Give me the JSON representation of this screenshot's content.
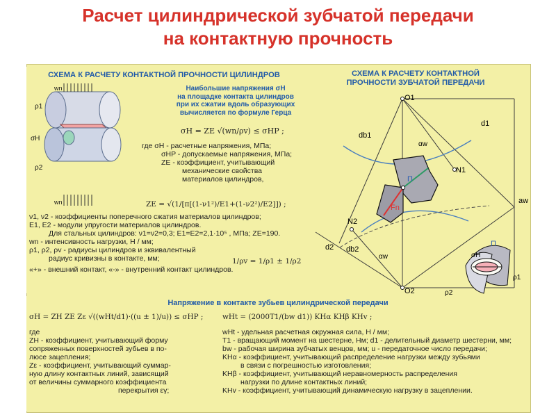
{
  "header": {
    "title_line1": "Расчет цилиндрической зубчатой передачи",
    "title_line2": "на контактную прочность"
  },
  "left_panel": {
    "title": "СХЕМА К РАСЧЕТУ КОНТАКТНОЙ ПРОЧНОСТИ ЦИЛИНДРОВ",
    "intro": [
      "Наибольшие напряжения σH",
      "на площадке контакта цилиндров",
      "при их сжатии вдоль образующих",
      "вычисляется по формуле Герца"
    ],
    "formula_main": "σH = ZE √(wn/ρv) ≤ σHP ;",
    "where_lines": [
      "где   σH - расчетные напряжения, МПа;",
      "σHP - допускаемые напряжения, МПа;",
      "ZE - коэффициент, учитывающий",
      "механические свойства",
      "материалов цилиндров,"
    ],
    "formula_ze": "ZE = √(1/[π[(1-ν1²)/E1+(1-ν2²)/E2]]) ;",
    "notes": [
      "ν1, ν2 - коэффициенты поперечного сжатия материалов цилиндров;",
      "E1, E2 - модули упругости материалов цилиндров.",
      "Для стальных цилиндров: ν1=ν2=0,3; E1=E2=2,1·10⁵ , МПа; ZE=190.",
      "wn - интенсивность нагрузки, Н / мм;",
      "ρ1, ρ2, ρv - радиусы цилиндров и эквивалентный",
      "радиус кривизны в контакте, мм;",
      "«+» - внешний контакт, «-» - внутренний контакт цилиндров."
    ],
    "formula_rho": "1/ρv = 1/ρ1 ± 1/ρ2",
    "labels": {
      "rho1": "ρ1",
      "rho2": "ρ2",
      "sigma": "σH",
      "wn": "wn"
    }
  },
  "right_panel": {
    "title_line1": "СХЕМА К РАСЧЕТУ КОНТАКТНОЙ",
    "title_line2": "ПРОЧНОСТИ ЗУБЧАТОЙ ПЕРЕДАЧИ",
    "labels": {
      "o1": "O1",
      "o2": "O2",
      "n1": "N1",
      "n2": "N2",
      "p": "П",
      "p2": "П",
      "fn": "Fn",
      "d1": "d1",
      "db1": "db1",
      "d2": "d2",
      "db2": "db2",
      "aw": "aw",
      "alpha1": "αw",
      "alpha2": "αw",
      "sigma": "σH",
      "rho1": "ρ1",
      "rho2": "ρ2"
    }
  },
  "bottom_panel": {
    "title": "Напряжение в контакте зубьев цилиндрической передачи",
    "formula_left": "σH = ZH ZE Zε √((wHt/d1)·((u ± 1)/u)) ≤ σHP ;",
    "formula_right": "wHt = (2000T1/(bw d1)) KHα KHβ KHv ;",
    "left_lines": [
      "где",
      "ZH - коэффициент, учитывающий форму",
      "сопряженных поверхностей зубьев в по-",
      "люсе зацепления;",
      "Zε - коэффициент, учитывающий суммар-",
      "ную длину контактных линий, зависящий",
      "от величины суммарного коэффициента",
      "перекрытия εγ;"
    ],
    "right_lines": [
      "wHt - удельная расчетная окружная сила, Н / мм;",
      "T1 - вращающий момент на шестерне, Нм; d1 - делительный диаметр шестерни, мм;",
      "bw - рабочая ширина зубчатых венцов, мм; u - передаточное число передачи;",
      "KHα - коэффициент, учитывающий распределение нагрузки между зубьями",
      "в связи с погрешностью изготовления;",
      "KHβ - коэффициент, учитывающий неравномерность распределения",
      "нагрузки по длине контактных линий;",
      "KHv - коэффициент, учитывающий динамическую нагрузку в зацеплении."
    ]
  },
  "colors": {
    "title": "#d6322a",
    "blue": "#205aa8",
    "panel": "#f3f0a6"
  }
}
